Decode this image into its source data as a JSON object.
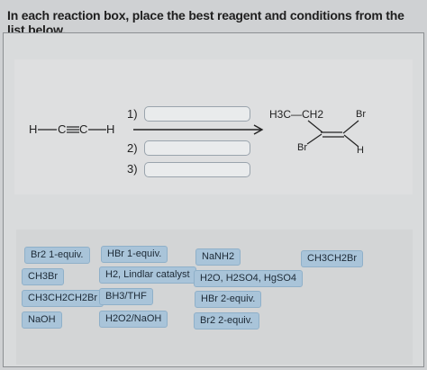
{
  "instruction": "In each reaction box, place the best reagent and conditions from the list below.",
  "reactant": {
    "h1": "H",
    "c1": "C",
    "c2": "C",
    "h2": "H"
  },
  "product": {
    "ethyl": "H3C—CH2",
    "br_top": "Br",
    "br_left": "Br",
    "h": "H"
  },
  "steps": [
    {
      "label": "1)"
    },
    {
      "label": "2)"
    },
    {
      "label": "3)"
    }
  ],
  "reagents": [
    {
      "label": "Br2 1-equiv."
    },
    {
      "label": "HBr 1-equiv."
    },
    {
      "label": "NaNH2"
    },
    {
      "label": "CH3CH2Br"
    },
    {
      "label": "CH3Br"
    },
    {
      "label": "H2, Lindlar catalyst"
    },
    {
      "label": "H2O, H2SO4, HgSO4"
    },
    {
      "label": "CH3CH2CH2Br"
    },
    {
      "label": "BH3/THF"
    },
    {
      "label": "HBr 2-equiv."
    },
    {
      "label": "NaOH"
    },
    {
      "label": "H2O2/NaOH"
    },
    {
      "label": "Br2 2-equiv."
    }
  ]
}
